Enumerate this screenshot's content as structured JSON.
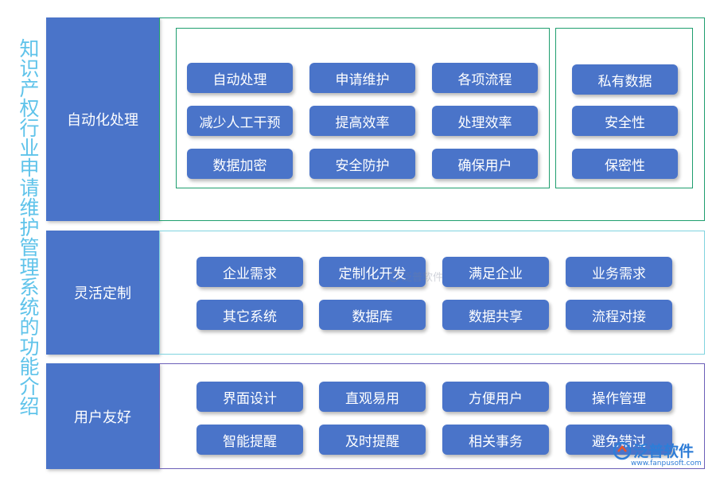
{
  "title": "知识产权行业申请维护管理系统的功能介绍",
  "sections": [
    {
      "label": "自动化处理",
      "left_items": [
        "自动处理",
        "申请维护",
        "各项流程",
        "减少人工干预",
        "提高效率",
        "处理效率",
        "数据加密",
        "安全防护",
        "确保用户"
      ],
      "right_items": [
        "私有数据",
        "安全性",
        "保密性"
      ]
    },
    {
      "label": "灵活定制",
      "items": [
        "企业需求",
        "定制化开发",
        "满足企业",
        "业务需求",
        "其它系统",
        "数据库",
        "数据共享",
        "流程对接"
      ]
    },
    {
      "label": "用户友好",
      "items": [
        "界面设计",
        "直观易用",
        "方便用户",
        "操作管理",
        "智能提醒",
        "及时提醒",
        "相关事务",
        "避免错过"
      ]
    }
  ],
  "watermark": {
    "brand": "泛普软件",
    "url": "www.fanpusoft.com"
  },
  "colors": {
    "pill": "#4a74c9",
    "title": "#5fc3ea",
    "frame1": "#1e9e6e",
    "frame2": "#7fd3df",
    "frame3": "#6b5fb8"
  }
}
